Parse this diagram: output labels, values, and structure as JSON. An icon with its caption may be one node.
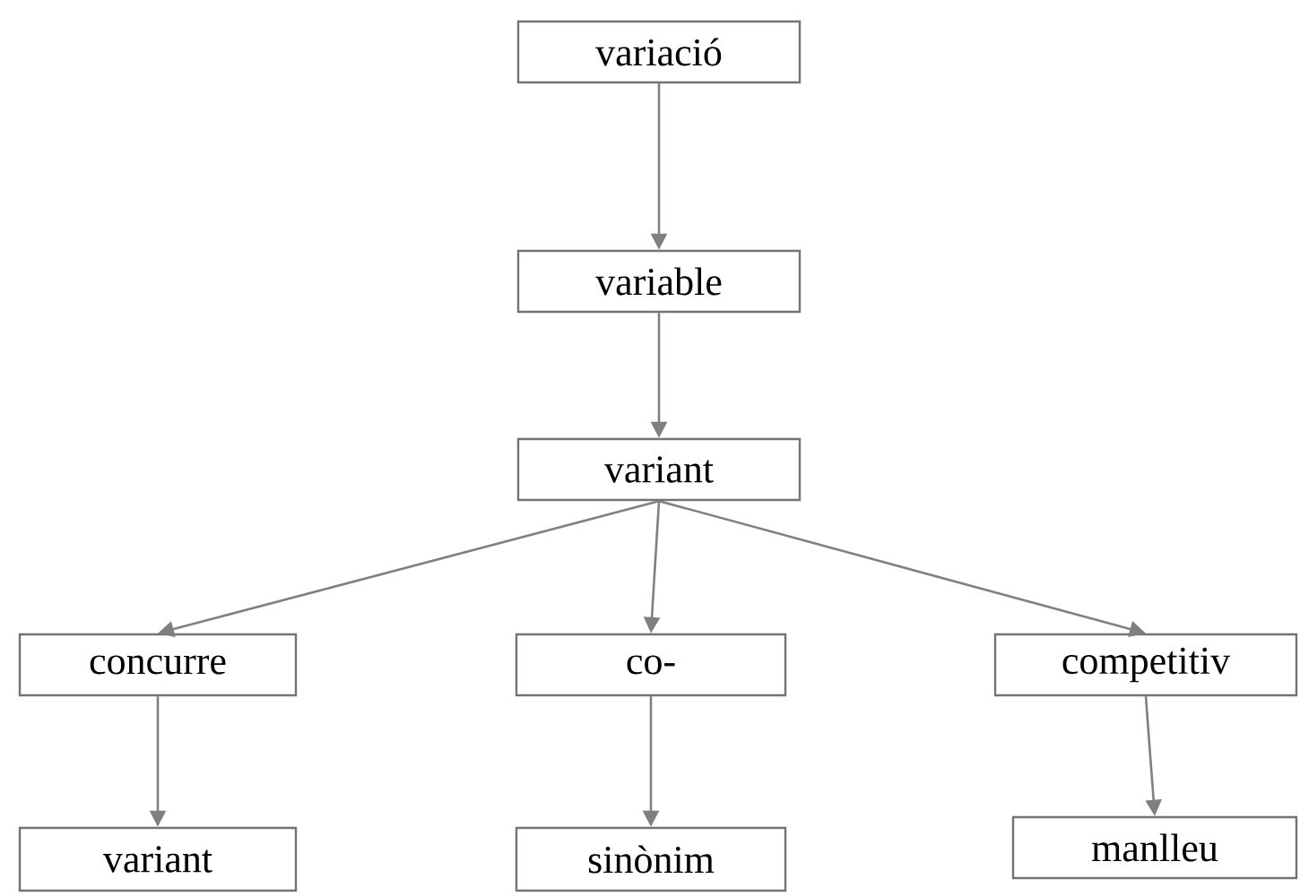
{
  "diagram": {
    "nodes": [
      {
        "text": [
          "variació"
        ]
      },
      {
        "text": [
          "variable"
        ]
      },
      {
        "text": [
          "variant"
        ]
      },
      {
        "text": [
          "concurre"
        ]
      },
      {
        "text": [
          "co-"
        ]
      },
      {
        "text": [
          "competitiv"
        ]
      },
      {
        "text": [
          "variant"
        ]
      },
      {
        "text": [
          "sinònim"
        ]
      },
      {
        "text": [
          "manlleu"
        ]
      }
    ],
    "edges": [
      {
        "from": 0,
        "to": 1,
        "arrow": "to"
      },
      {
        "from": 1,
        "to": 2,
        "arrow": "to"
      },
      {
        "from": 2,
        "to": 3,
        "arrow": "to"
      },
      {
        "from": 2,
        "to": 4,
        "arrow": "to"
      },
      {
        "from": 2,
        "to": 5,
        "arrow": "to"
      },
      {
        "from": 3,
        "to": 6,
        "arrow": "to"
      },
      {
        "from": 4,
        "to": 7,
        "arrow": "to"
      },
      {
        "from": 5,
        "to": 8,
        "arrow": "to"
      }
    ]
  }
}
